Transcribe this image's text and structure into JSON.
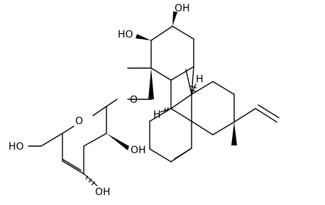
{
  "molecule": {
    "labels": {
      "oh_top": "OH",
      "ho_left_ring": "HO",
      "o_ether": "O",
      "o_pyran": "O",
      "ho_ch2": "HO",
      "oh_sugar_right": "OH",
      "oh_sugar_bottom": "OH",
      "h_ring_a": "H",
      "h_ring_b": "H"
    },
    "colors": {
      "bond": "#000000",
      "text": "#000000",
      "background": "#ffffff"
    }
  }
}
